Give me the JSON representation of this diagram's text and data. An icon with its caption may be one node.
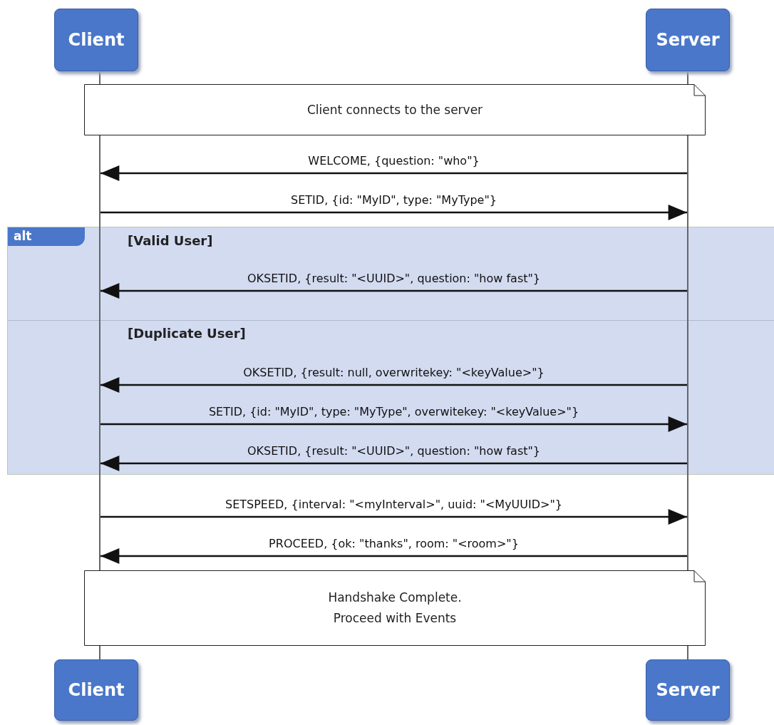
{
  "diagram": {
    "nodes": [
      {
        "text": [
          "Client"
        ]
      },
      {
        "text": [
          "Server"
        ]
      },
      {
        "text": [],
        "shape": "line"
      },
      {
        "text": [],
        "shape": "line"
      },
      {
        "text": [
          "Client connects to the server"
        ]
      },
      {
        "text": [
          "alt",
          "[Valid User]",
          "[Duplicate User]"
        ]
      },
      {
        "text": [],
        "shape": "line",
        "in": 5
      },
      {
        "text": [],
        "shape": "line",
        "in": 5
      },
      {
        "text": [],
        "shape": "line"
      },
      {
        "text": [],
        "shape": "line"
      },
      {
        "text": [
          "Handshake Complete. Proceed with Events"
        ]
      },
      {
        "text": [
          "Client"
        ]
      },
      {
        "text": [
          "Server"
        ]
      }
    ],
    "edges": [
      {
        "from": 3,
        "to": 2,
        "arrow": "to",
        "label": "WELCOME, {question: \"who\"}"
      },
      {
        "from": 2,
        "to": 3,
        "arrow": "to",
        "label": "SETID, {id: \"MyID\", type: \"MyType\"}"
      },
      {
        "from": 7,
        "to": 6,
        "arrow": "to",
        "label": "OKSETID, {result: \"<UUID>\", question: \"how fast\"}"
      },
      {
        "from": 7,
        "to": 6,
        "arrow": "to",
        "label": "OKSETID, {result: null, overwritekey: \"<keyValue>\"}"
      },
      {
        "from": 6,
        "to": 7,
        "arrow": "to",
        "label": "SETID, {id: \"MyID\", type: \"MyType\", overwitekey: \"<keyValue>\"}"
      },
      {
        "from": 7,
        "to": 6,
        "arrow": "to",
        "label": "OKSETID, {result: \"<UUID>\", question: \"how fast\"}"
      },
      {
        "from": 8,
        "to": 9,
        "arrow": "to",
        "label": "SETSPEED, {interval: \"<myInterval>\", uuid: \"<MyUUID>\"}"
      },
      {
        "from": 9,
        "to": 8,
        "arrow": "to",
        "label": "PROCEED, {ok: \"thanks\", room: \"<room>\"}"
      }
    ]
  }
}
